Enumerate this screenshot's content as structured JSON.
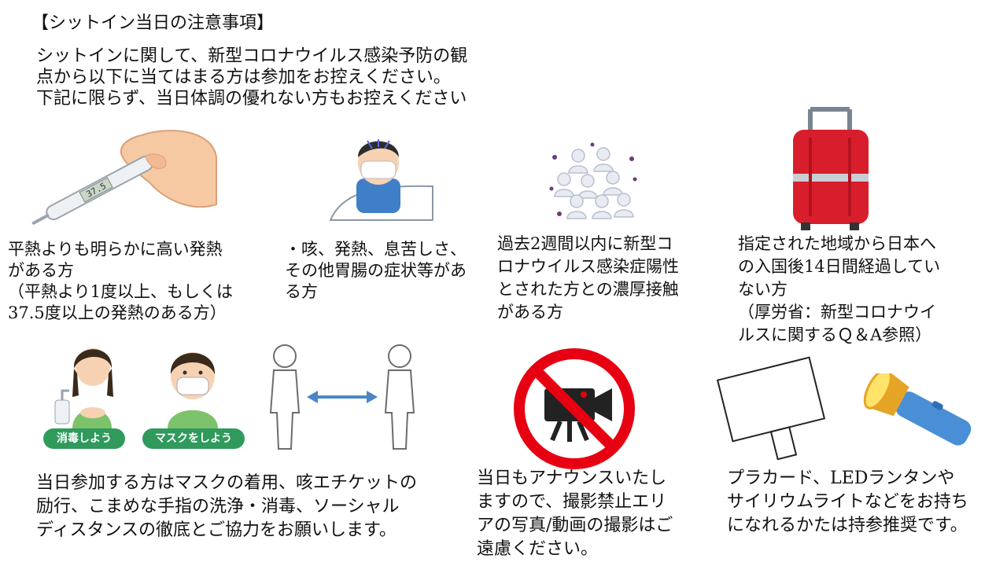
{
  "heading": "【シットイン当日の注意事項】",
  "intro": "シットインに関して、新型コロナウイルス感染予防の観\n点から以下に当てはまる方は参加をお控えください。\n下記に限らず、当日体調の優れない方もお控えください",
  "items": [
    {
      "caption": " 平熱よりも明らかに高い発熱\nがある方\n （平熱より1度以上、もしくは\n37.5度以上の発熱のある方）",
      "icon": "thermometer-icon",
      "thermometer_reading": "37.5"
    },
    {
      "caption": "・咳、発熱、息苦しさ、\nその他胃腸の症状等があ\nる方",
      "icon": "sick-person-icon"
    },
    {
      "caption": "過去2週間以内に新型コ\nロナウイルス感染症陽性\nとされた方との濃厚接触\nがある方",
      "icon": "crowd-virus-icon"
    },
    {
      "caption": "指定された地域から日本へ\nの入国後14日間経過してい\nない方\n （厚労省：新型コロナウイ\nルスに関するＱ＆A参照）",
      "icon": "suitcase-icon"
    }
  ],
  "bottom": [
    {
      "caption": "当日参加する方はマスクの着用、咳エチケットの\n励行、こまめな手指の洗浄・消毒、ソーシャル\nディスタンスの徹底とご協力をお願いします。",
      "labels": [
        "消毒しよう",
        "マスクをしよう"
      ],
      "icons": [
        "sanitize-hands-icon",
        "mask-person-icon",
        "social-distance-icon"
      ]
    },
    {
      "caption": "当日もアナウンスいたし\nますので、撮影禁止エリ\nアの写真/動画の撮影はご\n遠慮ください。",
      "icon": "no-video-camera-icon"
    },
    {
      "caption": "プラカード、LEDランタンや\nサイリウムライトなどをお持ち\nになれるかたは持参推奨です。",
      "icons": [
        "placard-icon",
        "flashlight-icon"
      ]
    }
  ],
  "colors": {
    "label_green": "#2f9a5c",
    "no_sign_red": "#e60012",
    "suitcase_red": "#d81e2c",
    "flashlight_blue": "#4a8fd6"
  }
}
